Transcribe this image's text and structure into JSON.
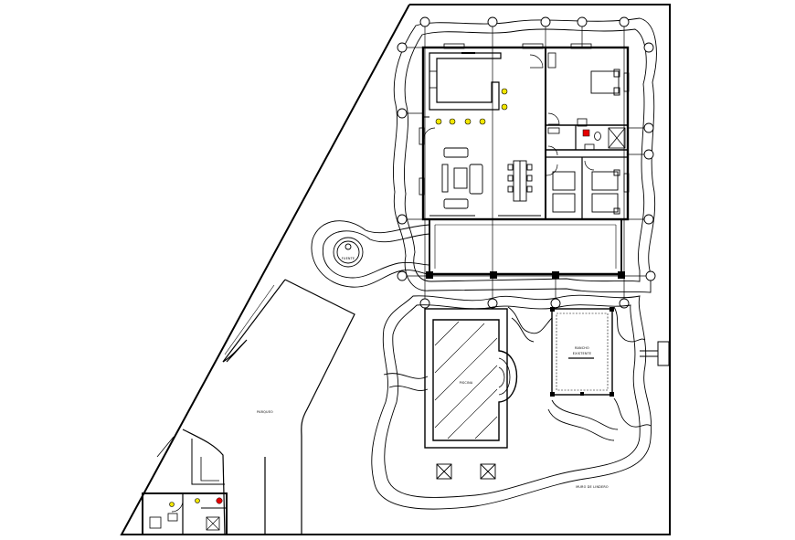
{
  "labels": {
    "fountain": "FUENTE",
    "pool": "PISCINA",
    "parking": "PARQUEO",
    "building_line1": "RANCHO",
    "building_line2": "EXISTENTE",
    "boundary_wall": "MURO DE LINDERO"
  },
  "colors": {
    "line": "#000000",
    "light_fixture": "#f2e600",
    "fire_extinguisher": "#e60000",
    "background": "#ffffff"
  }
}
